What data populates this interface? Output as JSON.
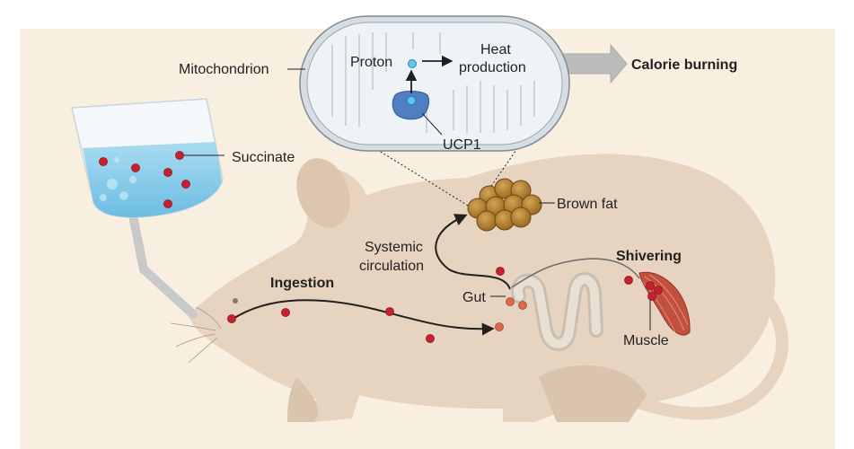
{
  "labels": {
    "mitochondrion": "Mitochondrion",
    "proton": "Proton",
    "heat_line1": "Heat",
    "heat_line2": "production",
    "calorie_burning": "Calorie burning",
    "ucp1": "UCP1",
    "succinate": "Succinate",
    "brown_fat": "Brown fat",
    "systemic_line1": "Systemic",
    "systemic_line2": "circulation",
    "ingestion": "Ingestion",
    "gut": "Gut",
    "shivering": "Shivering",
    "muscle": "Muscle"
  },
  "colors": {
    "background_panel": "#f8efe0",
    "mouse_body": "#e6d4c0",
    "mouse_shadow": "#d9c4ad",
    "succinate_dot": "#c8202f",
    "water": "#8dcdea",
    "mitochondrion_outer": "#dde6ee",
    "brown_fat": "#b58535",
    "muscle": "#c2503f",
    "ucp1": "#4f7fc0",
    "arrow": "#231f20",
    "big_arrow": "#bcbcbc"
  },
  "icons": {
    "mouse": "mouse-silhouette",
    "cup": "water-bottle-icon",
    "mitochondrion": "mitochondrion-icon",
    "fat": "brown-fat-cluster-icon",
    "gut": "gut-icon",
    "muscle": "muscle-icon"
  }
}
